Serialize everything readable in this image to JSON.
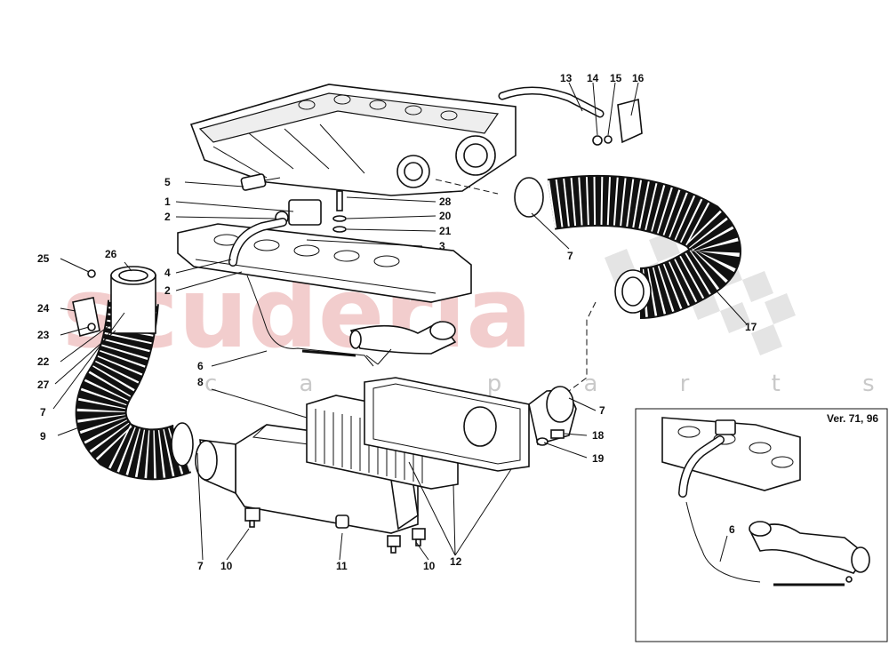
{
  "watermark": {
    "brand": "scuderia",
    "sub": "c a r p a r t s"
  },
  "inset": {
    "title": "Ver. 71, 96",
    "callout": "6"
  },
  "callouts": [
    {
      "id": "c13",
      "text": "13"
    },
    {
      "id": "c14",
      "text": "14"
    },
    {
      "id": "c15",
      "text": "15"
    },
    {
      "id": "c16",
      "text": "16"
    },
    {
      "id": "c5",
      "text": "5"
    },
    {
      "id": "c1",
      "text": "1"
    },
    {
      "id": "c2a",
      "text": "2"
    },
    {
      "id": "c28",
      "text": "28"
    },
    {
      "id": "c20",
      "text": "20"
    },
    {
      "id": "c21",
      "text": "21"
    },
    {
      "id": "c3",
      "text": "3"
    },
    {
      "id": "c7a",
      "text": "7"
    },
    {
      "id": "c25",
      "text": "25"
    },
    {
      "id": "c26",
      "text": "26"
    },
    {
      "id": "c4",
      "text": "4"
    },
    {
      "id": "c2b",
      "text": "2"
    },
    {
      "id": "c24",
      "text": "24"
    },
    {
      "id": "c23",
      "text": "23"
    },
    {
      "id": "c22",
      "text": "22"
    },
    {
      "id": "c27",
      "text": "27"
    },
    {
      "id": "c7b",
      "text": "7"
    },
    {
      "id": "c9",
      "text": "9"
    },
    {
      "id": "c6",
      "text": "6"
    },
    {
      "id": "c8",
      "text": "8"
    },
    {
      "id": "c17",
      "text": "17"
    },
    {
      "id": "c7c",
      "text": "7"
    },
    {
      "id": "c18",
      "text": "18"
    },
    {
      "id": "c19",
      "text": "19"
    },
    {
      "id": "c7d",
      "text": "7"
    },
    {
      "id": "c10a",
      "text": "10"
    },
    {
      "id": "c11",
      "text": "11"
    },
    {
      "id": "c10b",
      "text": "10"
    },
    {
      "id": "c12",
      "text": "12"
    }
  ]
}
